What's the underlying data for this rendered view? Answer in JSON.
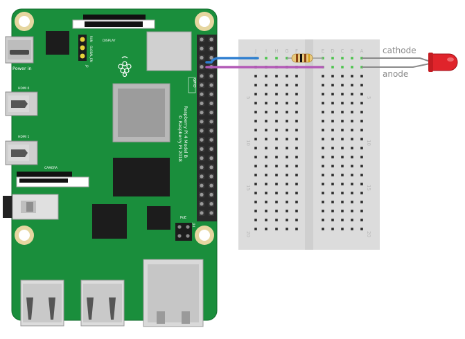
{
  "board": {
    "model_line1": "Raspberry Pi 4 Model B",
    "model_line2": "© Raspberry Pi 2018",
    "power_label": "Power in",
    "hdmi0_label": "HDMI 0",
    "hdmi1_label": "HDMI 1",
    "display_label": "DISPLAY",
    "camera_label": "CAMERA",
    "gpio_label": "GPIO",
    "poe_label": "PoE",
    "run_label": "RUN",
    "global_en_label": "GLOBAL_EN",
    "j2_label": "J2",
    "j14_label": "J14"
  },
  "breadboard": {
    "columns_left": [
      "J",
      "I",
      "H",
      "G",
      "F"
    ],
    "columns_right": [
      "E",
      "D",
      "C",
      "B",
      "A"
    ],
    "row_numbers": [
      "5",
      "10",
      "15",
      "20"
    ]
  },
  "led": {
    "cathode_label": "cathode",
    "anode_label": "anode"
  },
  "colors": {
    "pcb": "#1a8e3c",
    "wire_blue": "#2f7fd0",
    "wire_purple": "#b35ab7",
    "led_red": "#e0242b"
  }
}
